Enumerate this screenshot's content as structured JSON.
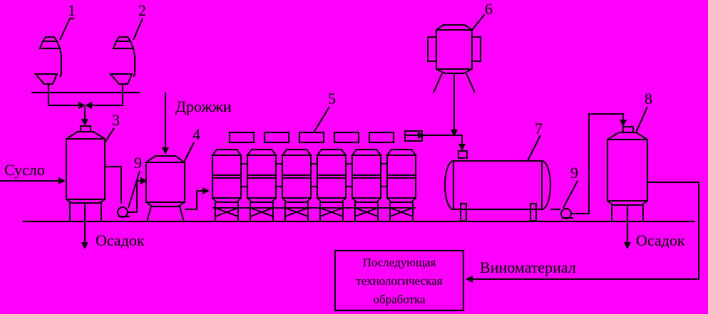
{
  "labels": {
    "wort": "Сусло",
    "yeast": "Дрожжи",
    "sediment_left": "Осадок",
    "sediment_right": "Осадок",
    "wine_material": "Виноматериал"
  },
  "numbers": [
    "1",
    "2",
    "3",
    "4",
    "5",
    "6",
    "7",
    "8",
    "9",
    "9"
  ],
  "output_box": {
    "line1": "Последующая",
    "line2": "технологическая",
    "line3": "обработка"
  },
  "colors": {
    "background": "#FF00FF",
    "stroke": "#000000"
  }
}
